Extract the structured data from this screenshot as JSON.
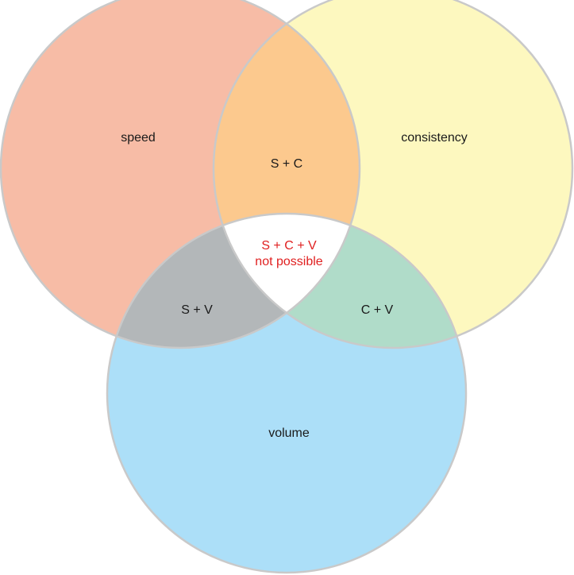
{
  "diagram": {
    "colors": {
      "speed_only": "#f7bca6",
      "consistency_only": "#fdf8bf",
      "volume_only": "#acdff8",
      "speed_consistency": "#fcc98e",
      "speed_volume": "#b3b7b9",
      "consistency_volume": "#b0dcc9",
      "center": "#ffffff",
      "outline": "#c9c9c9",
      "warning_text": "#e02020"
    },
    "labels": {
      "speed": "speed",
      "consistency": "consistency",
      "volume": "volume",
      "speed_consistency": "S + C",
      "speed_volume": "S + V",
      "consistency_volume": "C + V",
      "center_line1": "S + C + V",
      "center_line2": "not possible"
    }
  }
}
